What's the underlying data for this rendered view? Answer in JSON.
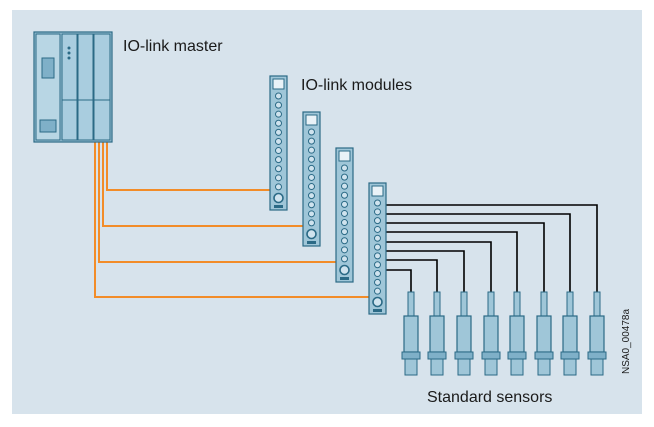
{
  "labels": {
    "master": "IO-link master",
    "modules": "IO-link modules",
    "sensors": "Standard sensors",
    "drawing_code": "NSA0_00478a"
  },
  "colors": {
    "background": "#d7e3ec",
    "device_fill": "#9fc6d8",
    "device_stroke": "#2b6a86",
    "io_link_cable": "#f28c28",
    "sensor_cable": "#000000"
  },
  "diagram": {
    "master_count": 1,
    "module_count": 4,
    "sensor_count": 8
  }
}
